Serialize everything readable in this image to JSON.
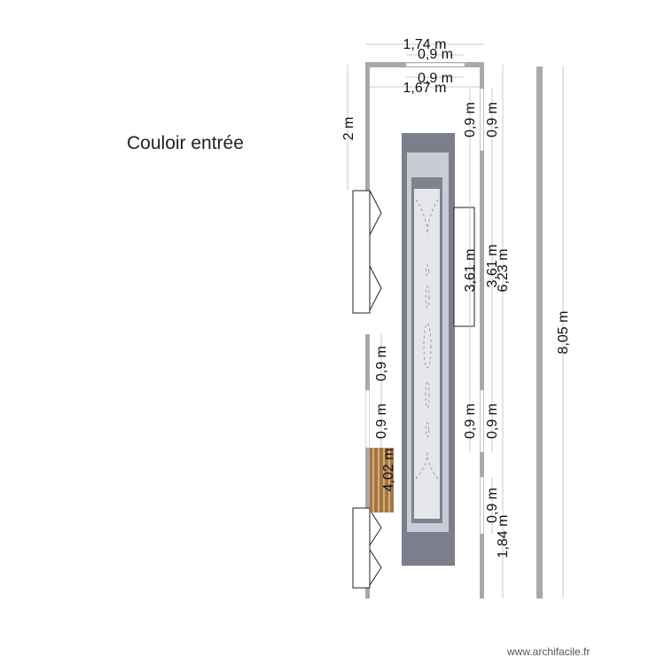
{
  "room_label": "Couloir entrée",
  "watermark": "www.archifacile.fr",
  "dimensions": {
    "top_outer": "1,74 m",
    "top_window_outer": "0,9 m",
    "top_window_inner": "0,9 m",
    "top_inner": "1,67 m",
    "left_upper": "2 m",
    "right_window1_a": "0,9 m",
    "right_window1_b": "0,9 m",
    "right_mid_a": "3,61 m",
    "right_mid_b": "3,61 m",
    "right_total": "6,23 m",
    "far_right_total": "8,05 m",
    "left_door_a": "0,9 m",
    "left_door_b": "0,9 m",
    "shelf": "4,02 m",
    "right_window2_a": "0,9 m",
    "right_window2_b": "0,9 m",
    "right_window3": "0,9 m",
    "right_lower": "1,84 m"
  },
  "colors": {
    "wall": "#a9a9a9",
    "rug_outer": "#7b7e8c",
    "rug_light": "#c9ccd4",
    "shelf": "#a8743f"
  }
}
